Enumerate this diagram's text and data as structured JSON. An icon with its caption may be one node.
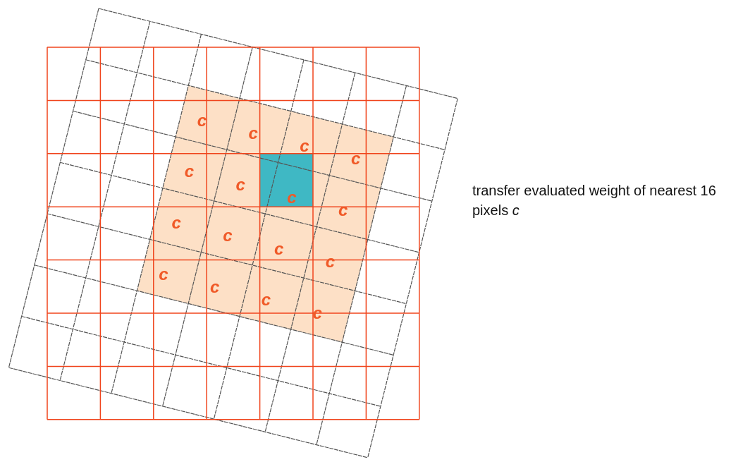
{
  "diagram": {
    "labels": [
      "c",
      "c",
      "c",
      "c",
      "c",
      "c",
      "c",
      "c",
      "c",
      "c",
      "c",
      "c",
      "c",
      "c",
      "c",
      "c",
      "transfer evaluated weight of nearest 16 pixels *c*"
    ]
  }
}
